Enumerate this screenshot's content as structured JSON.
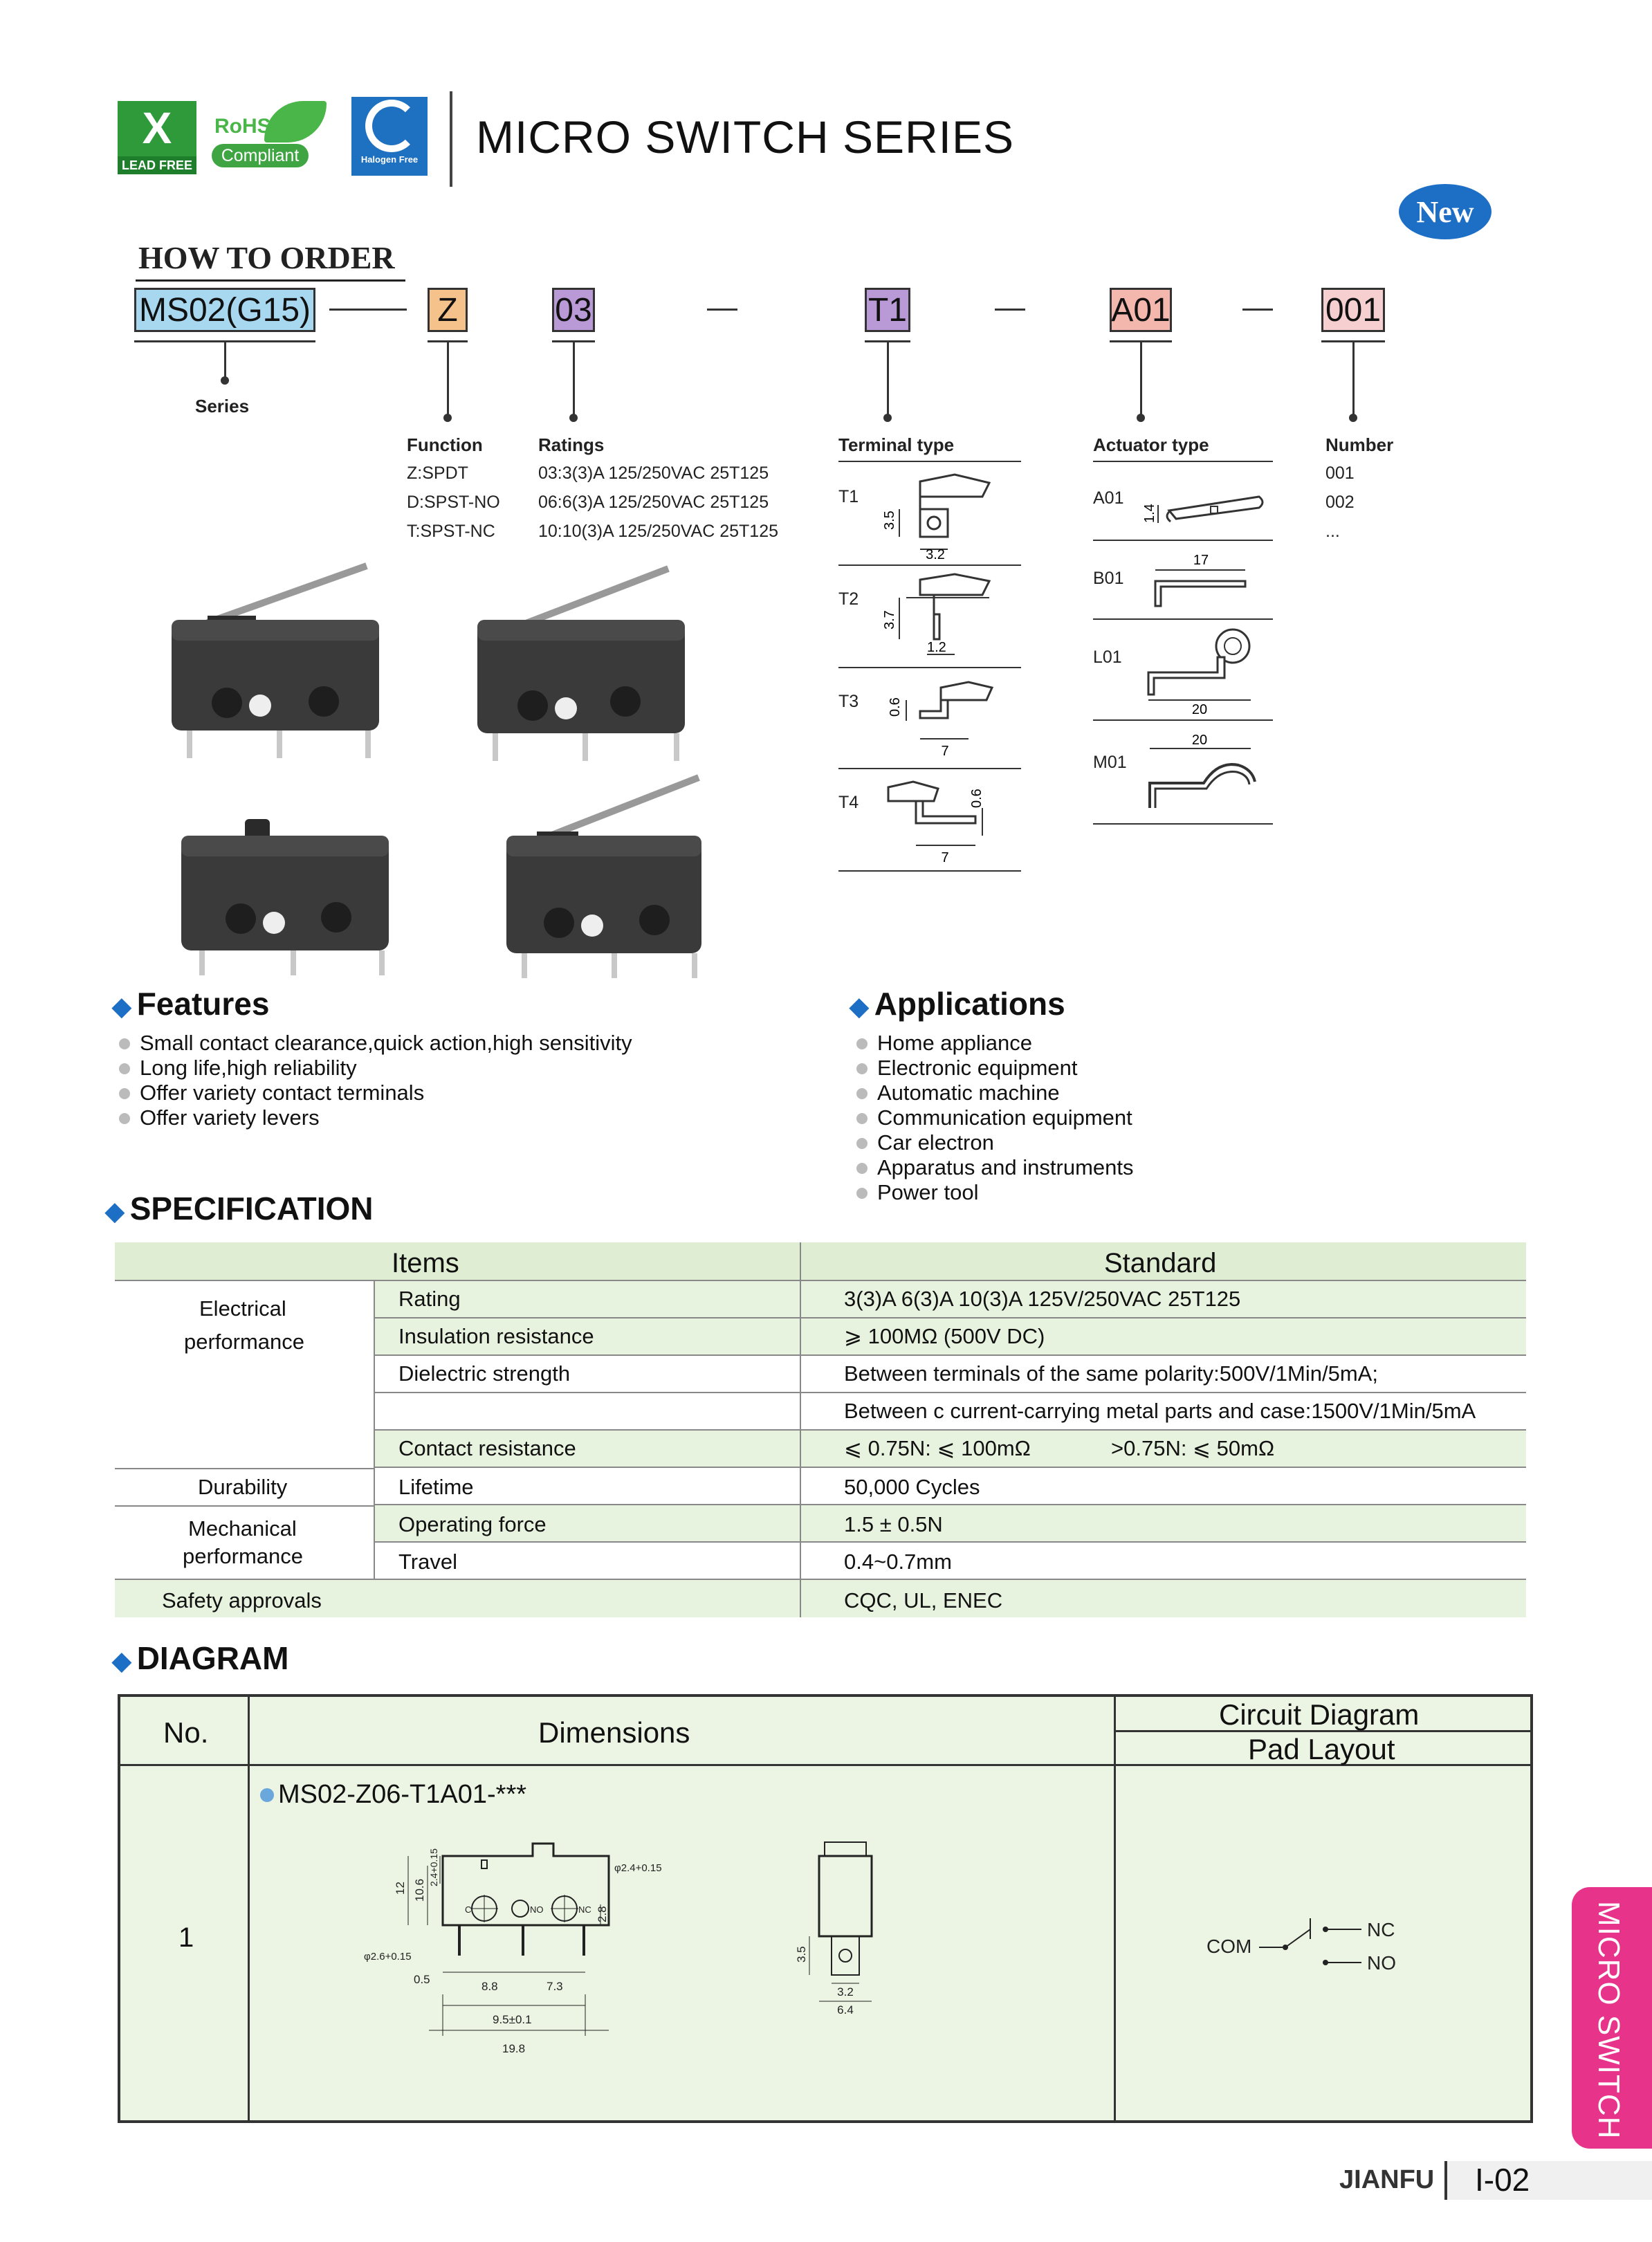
{
  "logos": {
    "lead": "LEAD FREE",
    "rohs_top": "RoHS",
    "rohs_bottom": "Compliant",
    "halogen": "Halogen Free"
  },
  "title": "MICRO SWITCH SERIES",
  "badge": "New",
  "how_to_order": {
    "heading": "HOW TO ORDER",
    "codes": [
      {
        "text": "MS02(G15)",
        "color": "#a8d8f0",
        "label": "Series"
      },
      {
        "text": "Z",
        "color": "#f6c28c",
        "label": "Function"
      },
      {
        "text": "03",
        "color": "#b99ad6",
        "label": "Ratings"
      },
      {
        "text": "T1",
        "color": "#b99ad6",
        "label": "Terminal type"
      },
      {
        "text": "A01",
        "color": "#f3b7ae",
        "label": "Actuator type"
      },
      {
        "text": "001",
        "color": "#f6cfd0",
        "label": "Number"
      }
    ],
    "function_options": [
      "Z:SPDT",
      "D:SPST-NO",
      "T:SPST-NC"
    ],
    "rating_options": [
      "03:3(3)A 125/250VAC 25T125",
      "06:6(3)A 125/250VAC 25T125",
      "10:10(3)A 125/250VAC 25T125"
    ],
    "terminal_types": [
      {
        "code": "T1",
        "dims": [
          "3.5",
          "3.2"
        ]
      },
      {
        "code": "T2",
        "dims": [
          "3.7",
          "1.2"
        ]
      },
      {
        "code": "T3",
        "dims": [
          "0.6",
          "7"
        ]
      },
      {
        "code": "T4",
        "dims": [
          "0.6",
          "7"
        ]
      }
    ],
    "actuator_types": [
      {
        "code": "A01",
        "dims": [
          "1.4"
        ]
      },
      {
        "code": "B01",
        "dims": [
          "17"
        ]
      },
      {
        "code": "L01",
        "dims": [
          "20"
        ]
      },
      {
        "code": "M01",
        "dims": [
          "20"
        ]
      }
    ],
    "numbers": [
      "001",
      "002",
      "..."
    ]
  },
  "features": {
    "heading": "Features",
    "items": [
      "Small contact clearance,quick action,high sensitivity",
      "Long life,high reliability",
      "Offer variety contact terminals",
      "Offer variety levers"
    ]
  },
  "applications": {
    "heading": "Applications",
    "items": [
      "Home appliance",
      "Electronic equipment",
      "Automatic machine",
      "Communication equipment",
      "Car electron",
      "Apparatus and instruments",
      "Power tool"
    ]
  },
  "specification": {
    "heading": "SPECIFICATION",
    "col_items": "Items",
    "col_standard": "Standard",
    "groups": {
      "electrical": "Electrical",
      "performance": "performance",
      "durability": "Durability",
      "mechanical": "Mechanical",
      "mech_perf": "performance",
      "safety": "Safety approvals"
    },
    "rows": [
      {
        "item": "Rating",
        "value": "3(3)A 6(3)A 10(3)A 125V/250VAC 25T125"
      },
      {
        "item": "Insulation resistance",
        "value": "⩾ 100MΩ (500V DC)"
      },
      {
        "item": "Dielectric strength",
        "value": "Between terminals of the same polarity:500V/1Min/5mA;"
      },
      {
        "item": "",
        "value": "Between c current-carrying metal parts and case:1500V/1Min/5mA"
      },
      {
        "item": "Contact resistance",
        "value": "⩽ 0.75N: ⩽ 100mΩ",
        "value2": ">0.75N: ⩽ 50mΩ"
      },
      {
        "item": "Lifetime",
        "value": "50,000 Cycles"
      },
      {
        "item": "Operating force",
        "value": "1.5 ± 0.5N"
      },
      {
        "item": "Travel",
        "value": "0.4~0.7mm"
      },
      {
        "item": "",
        "value": "CQC, UL, ENEC"
      }
    ]
  },
  "diagram": {
    "heading": "DIAGRAM",
    "col_no": "No.",
    "col_dim": "Dimensions",
    "col_circuit": "Circuit Diagram",
    "col_pad": "Pad Layout",
    "row_no": "1",
    "part": "MS02-Z06-T1A01-***",
    "front_dims": [
      "12",
      "10.6",
      "2.4+0.15",
      "φ2.4+0.15",
      "2.8",
      "φ2.6+0.15",
      "0.5",
      "8.8",
      "7.3",
      "9.5±0.1",
      "19.8"
    ],
    "side_dims": [
      "3.5",
      "3.2",
      "6.4"
    ],
    "circuit": {
      "com": "COM",
      "nc": "NC",
      "no": "NO"
    },
    "pins": {
      "c": "C",
      "no": "NO",
      "nc": "NC"
    }
  },
  "side_tab": "MICRO SWITCH",
  "footer": {
    "brand": "JIANFU",
    "page": "I-02"
  }
}
